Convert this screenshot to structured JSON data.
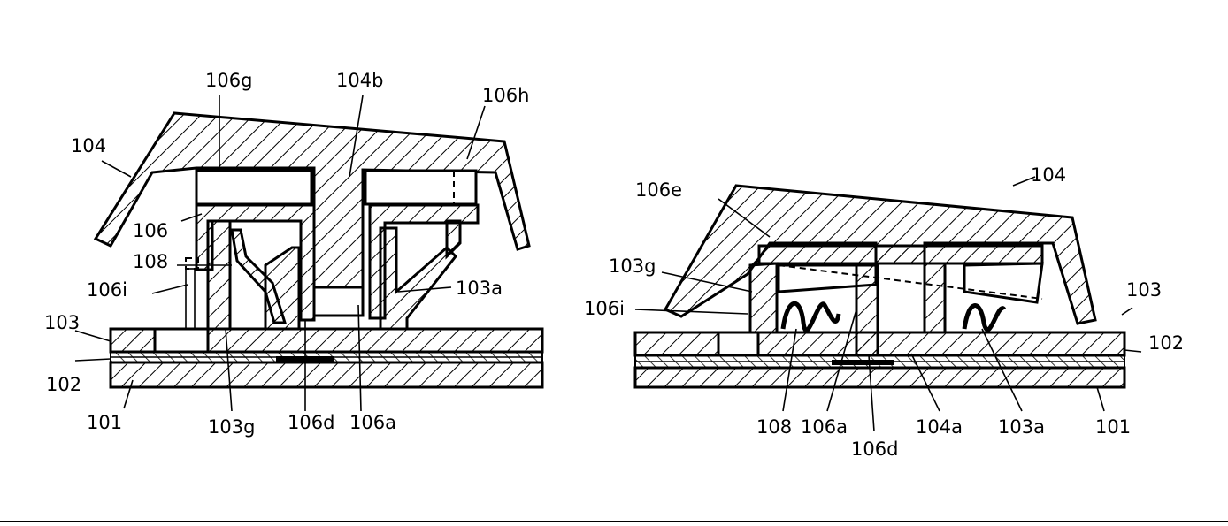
{
  "figure": {
    "left_view": {
      "labels": [
        "104",
        "106g",
        "104b",
        "106h",
        "106",
        "108",
        "106i",
        "103a",
        "103",
        "102",
        "101",
        "103g",
        "106d",
        "106a"
      ]
    },
    "right_view": {
      "labels": [
        "104",
        "106e",
        "103g",
        "106i",
        "103",
        "102",
        "101",
        "108",
        "106a",
        "106d",
        "104a",
        "103a"
      ]
    }
  }
}
